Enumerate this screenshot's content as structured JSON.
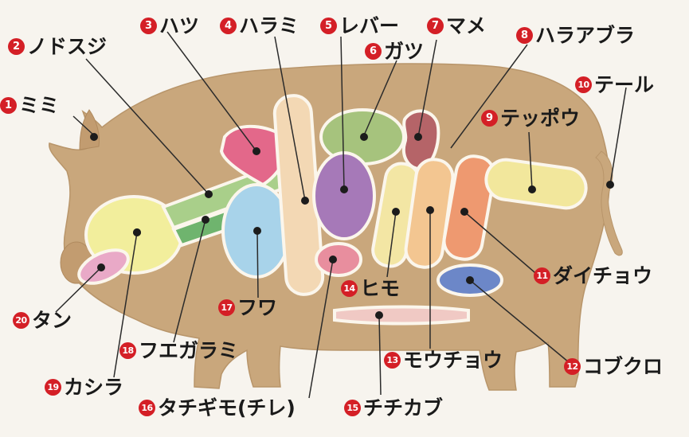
{
  "labels": [
    {
      "num": "1",
      "text": "ミミ"
    },
    {
      "num": "2",
      "text": "ノドスジ"
    },
    {
      "num": "3",
      "text": "ハツ"
    },
    {
      "num": "4",
      "text": "ハラミ"
    },
    {
      "num": "5",
      "text": "レバー"
    },
    {
      "num": "6",
      "text": "ガツ"
    },
    {
      "num": "7",
      "text": "マメ"
    },
    {
      "num": "8",
      "text": "ハラアブラ"
    },
    {
      "num": "9",
      "text": "テッポウ"
    },
    {
      "num": "10",
      "text": "テール"
    },
    {
      "num": "11",
      "text": "ダイチョウ"
    },
    {
      "num": "12",
      "text": "コブクロ"
    },
    {
      "num": "13",
      "text": "モウチョウ"
    },
    {
      "num": "14",
      "text": "ヒモ"
    },
    {
      "num": "15",
      "text": "チチカブ"
    },
    {
      "num": "16",
      "text": "タチギモ(チレ)"
    },
    {
      "num": "17",
      "text": "フワ"
    },
    {
      "num": "18",
      "text": "フエガラミ"
    },
    {
      "num": "19",
      "text": "カシラ"
    },
    {
      "num": "20",
      "text": "タン"
    }
  ],
  "colors": {
    "body": "#c9a77c",
    "outline": "#fbf6ec",
    "marker": "#d41f26",
    "leader": "#2b2b2b"
  }
}
